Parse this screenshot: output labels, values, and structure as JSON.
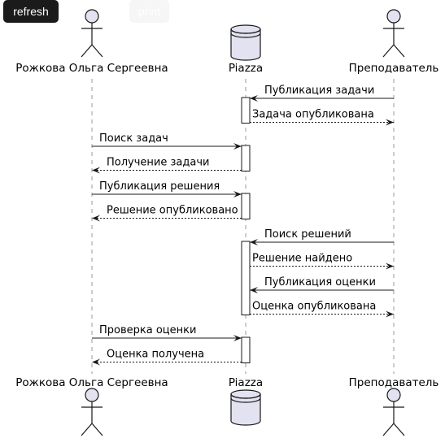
{
  "toolbar": {
    "refresh_label": "refresh",
    "print_label": "print"
  },
  "participants": [
    {
      "name": "Рожкова Ольга Сергеевна",
      "kind": "actor"
    },
    {
      "name": "Piazza",
      "kind": "database"
    },
    {
      "name": "Преподаватель",
      "kind": "actor"
    }
  ],
  "messages": [
    {
      "from": 2,
      "to": 1,
      "text": "Публикация задачи",
      "style": "solid"
    },
    {
      "from": 1,
      "to": 2,
      "text": "Задача опубликована",
      "style": "dashed"
    },
    {
      "from": 0,
      "to": 1,
      "text": "Поиск задач",
      "style": "solid"
    },
    {
      "from": 1,
      "to": 0,
      "text": "Получение задачи",
      "style": "dashed"
    },
    {
      "from": 0,
      "to": 1,
      "text": "Публикация решения",
      "style": "solid"
    },
    {
      "from": 1,
      "to": 0,
      "text": "Решение опубликовано",
      "style": "dashed"
    },
    {
      "from": 2,
      "to": 1,
      "text": "Поиск решений",
      "style": "solid"
    },
    {
      "from": 1,
      "to": 2,
      "text": "Решение найдено",
      "style": "dashed"
    },
    {
      "from": 2,
      "to": 1,
      "text": "Публикация оценки",
      "style": "solid"
    },
    {
      "from": 1,
      "to": 2,
      "text": "Оценка опубликована",
      "style": "dashed"
    },
    {
      "from": 0,
      "to": 1,
      "text": "Проверка оценки",
      "style": "solid"
    },
    {
      "from": 1,
      "to": 0,
      "text": "Оценка получена",
      "style": "dashed"
    }
  ],
  "activations": [
    {
      "from_message": 0,
      "to_message": 1
    },
    {
      "from_message": 2,
      "to_message": 3
    },
    {
      "from_message": 4,
      "to_message": 5
    },
    {
      "from_message": 6,
      "to_message": 9
    },
    {
      "from_message": 10,
      "to_message": 11
    }
  ],
  "colors": {
    "participant_fill": "#e2e2f0",
    "line": "#181818",
    "lifeline": "#999999",
    "activation_fill": "#ffffff"
  }
}
